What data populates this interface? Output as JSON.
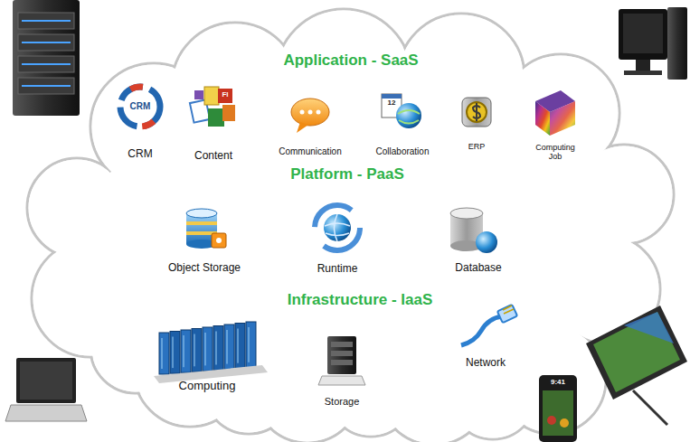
{
  "diagram": {
    "nodes": [
      {
        "text": [
          "Application - SaaS",
          "Platform - PaaS",
          "Infrastructure - IaaS"
        ]
      }
    ],
    "labels": [
      "CRM",
      "CRM",
      "Fl",
      "Content",
      "Communication",
      "12",
      "Collaboration",
      "ERP",
      "Computing Job",
      "Object Storage",
      "Runtime",
      "Database",
      "Computing",
      "Storage",
      "Network",
      "9:41"
    ]
  }
}
